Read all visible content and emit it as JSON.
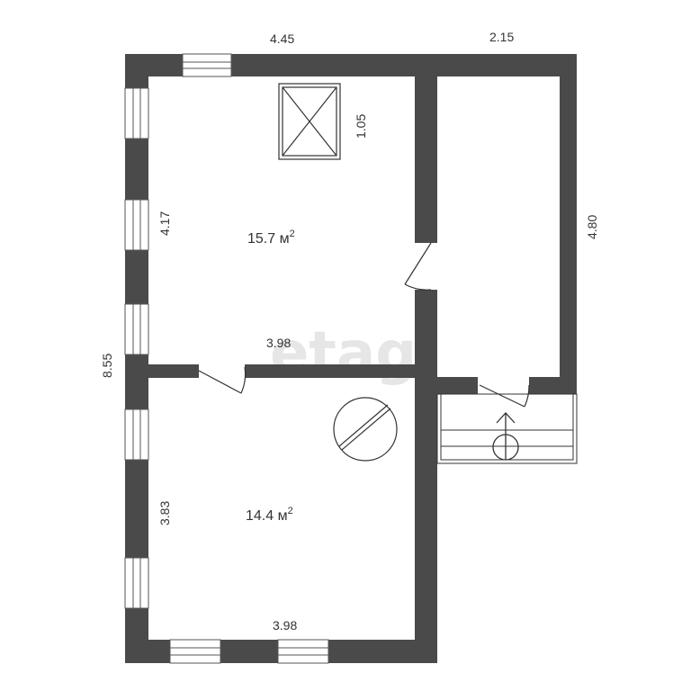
{
  "colors": {
    "wall": "#4a4a4a",
    "window_fill": "#ffffff",
    "line": "#333333",
    "watermark": "#e6e6e6"
  },
  "watermark": {
    "text": "etagi"
  },
  "dimensions": {
    "top_left_width": "4.45",
    "top_right_width": "2.15",
    "total_height": "8.55",
    "skylight_size": "1.05",
    "room1_height": "4.17",
    "room1_width": "3.98",
    "right_room_height": "4.80",
    "room2_height": "3.83",
    "room2_width": "3.98"
  },
  "rooms": {
    "room1": {
      "area_value": "15.7 м",
      "area_sup": "2"
    },
    "room2": {
      "area_value": "14.4 м",
      "area_sup": "2"
    }
  },
  "icons": [
    "skylight-icon",
    "chimney-icon",
    "entrance-arrow-icon",
    "door-icon",
    "window-icon"
  ]
}
